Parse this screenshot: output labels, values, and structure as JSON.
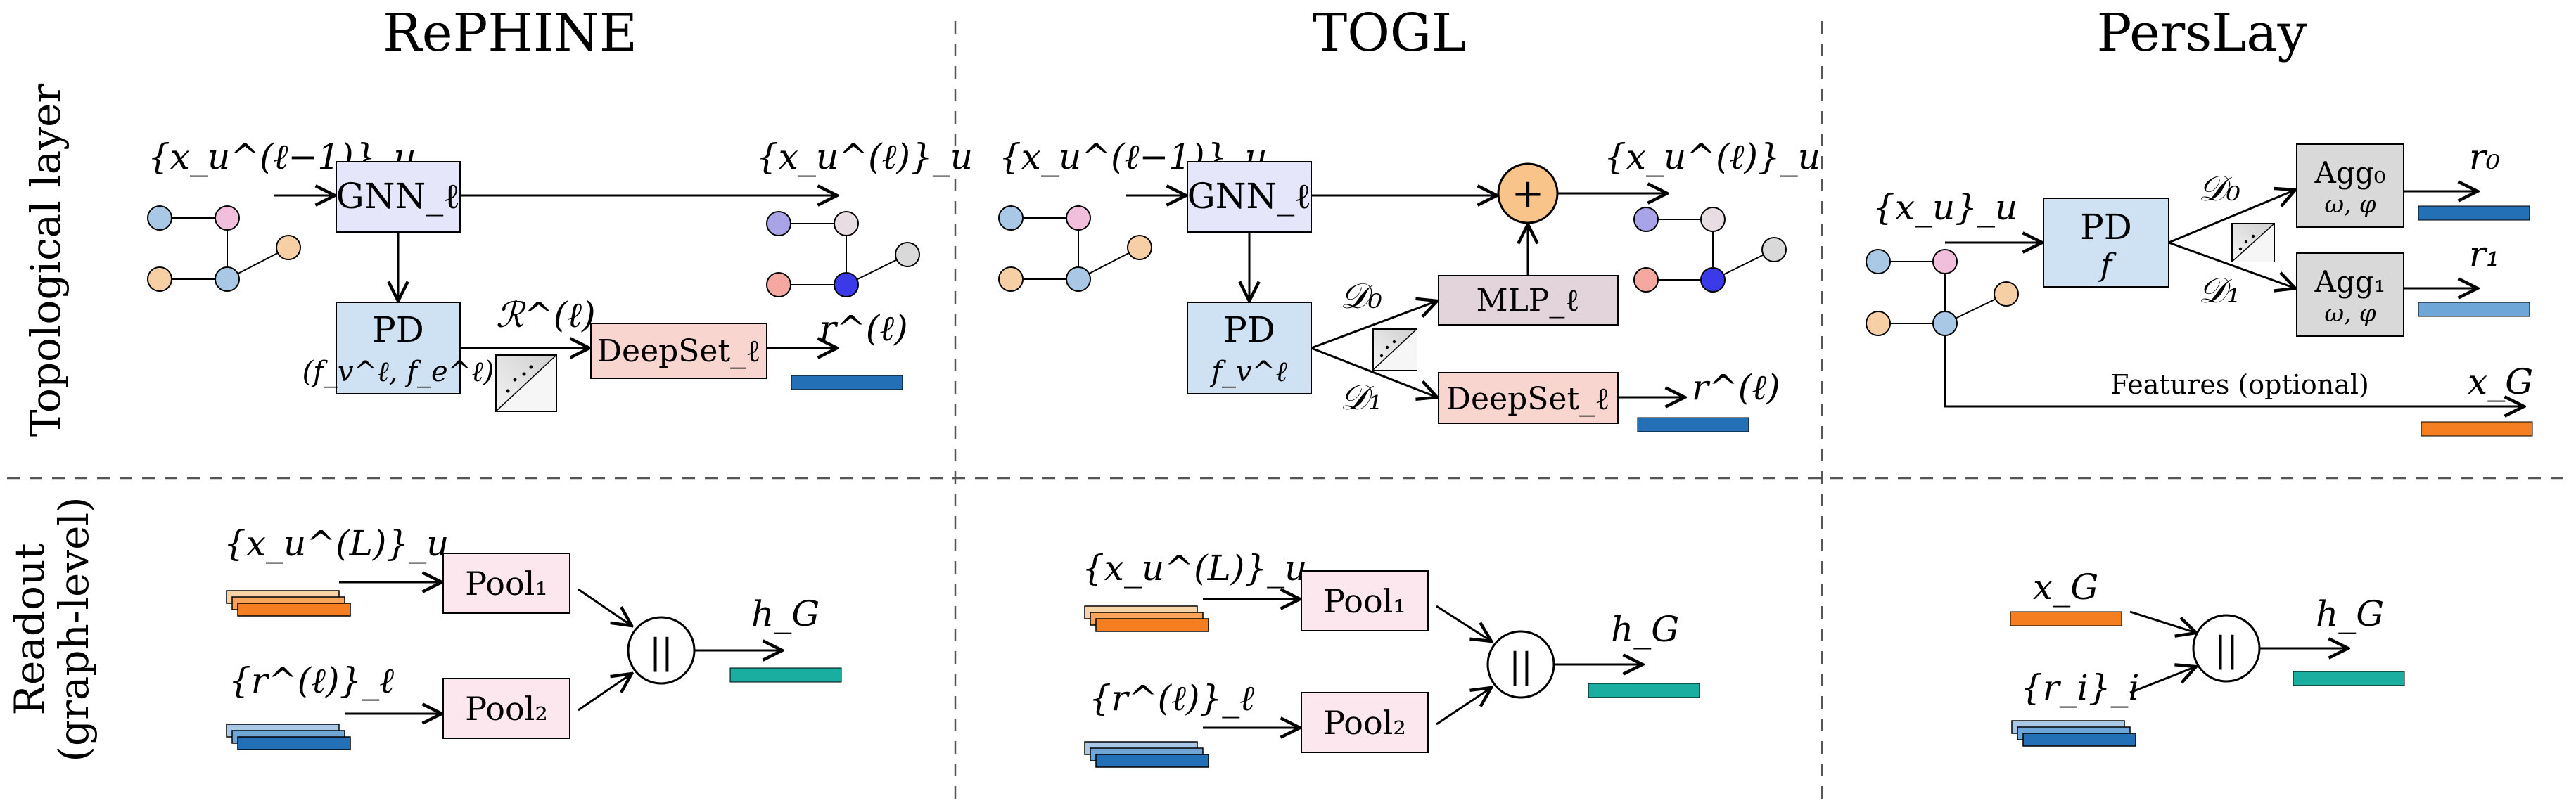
{
  "columns": [
    {
      "title": "RePHINE"
    },
    {
      "title": "TOGL"
    },
    {
      "title": "PersLay"
    }
  ],
  "rows": [
    {
      "label": [
        "Topological layer"
      ]
    },
    {
      "label": [
        "Readout",
        "(graph-level)"
      ]
    }
  ],
  "rephine": {
    "input_label": "{x_u^(ℓ−1)}_u",
    "output_label": "{x_u^(ℓ)}_u",
    "gnn_label": "GNN_ℓ",
    "pd_label": "PD",
    "pd_sub": "(f_v^ℓ, f_e^ℓ)",
    "r_label": "ℛ^(ℓ)",
    "deepset_label": "DeepSet_ℓ",
    "out_label": "r^(ℓ)"
  },
  "togl": {
    "input_label": "{x_u^(ℓ−1)}_u",
    "output_label": "{x_u^(ℓ)}_u",
    "gnn_label": "GNN_ℓ",
    "pd_label": "PD",
    "pd_sub": "f_v^ℓ",
    "d0_label": "𝒟₀",
    "d1_label": "𝒟₁",
    "mlp_label": "MLP_ℓ",
    "deepset_label": "DeepSet_ℓ",
    "out_label": "r^(ℓ)",
    "plus": "+"
  },
  "perslay": {
    "input_label": "{x_u}_u",
    "pd_label": "PD",
    "pd_sub": "f",
    "d0_label": "𝒟₀",
    "d1_label": "𝒟₁",
    "agg0_label": "Agg₀",
    "agg1_label": "Agg₁",
    "agg_params": "ω, φ",
    "r0_label": "r₀",
    "r1_label": "r₁",
    "features_label": "Features (optional)",
    "xg_label": "x_G"
  },
  "readout": {
    "rephine": {
      "x_label": "{x_u^(L)}_u",
      "r_label": "{r^(ℓ)}_ℓ",
      "pool1": "Pool₁",
      "pool2": "Pool₂",
      "concat": "||",
      "h_label": "h_G"
    },
    "togl": {
      "x_label": "{x_u^(L)}_u",
      "r_label": "{r^(ℓ)}_ℓ",
      "pool1": "Pool₁",
      "pool2": "Pool₂",
      "concat": "||",
      "h_label": "h_G"
    },
    "perslay": {
      "x_label": "x_G",
      "r_label": "{r_i}_i",
      "concat": "||",
      "h_label": "h_G"
    }
  },
  "colors": {
    "gnn_fill": "#e6e6fa",
    "pd_fill": "#cfe2f3",
    "deepset_fill": "#f9d5cf",
    "mlp_fill": "#e3d4dc",
    "agg_fill": "#d9d9d9",
    "pool_fill": "#fde7ef",
    "plus_fill": "#f8c48a",
    "bar_blue": "#2470b6",
    "bar_lightblue": "#6fa6d8",
    "bar_orange": "#f57f20",
    "bar_teal": "#1aaea0",
    "node_blue": "#a8c8e6",
    "node_pink": "#f1bfdc",
    "node_orange": "#f6cfa4",
    "node_purple": "#a9a3e8",
    "node_gray": "#d9d9d9",
    "node_salmon": "#f4a8a0",
    "node_darkblue": "#3a3ae8"
  }
}
